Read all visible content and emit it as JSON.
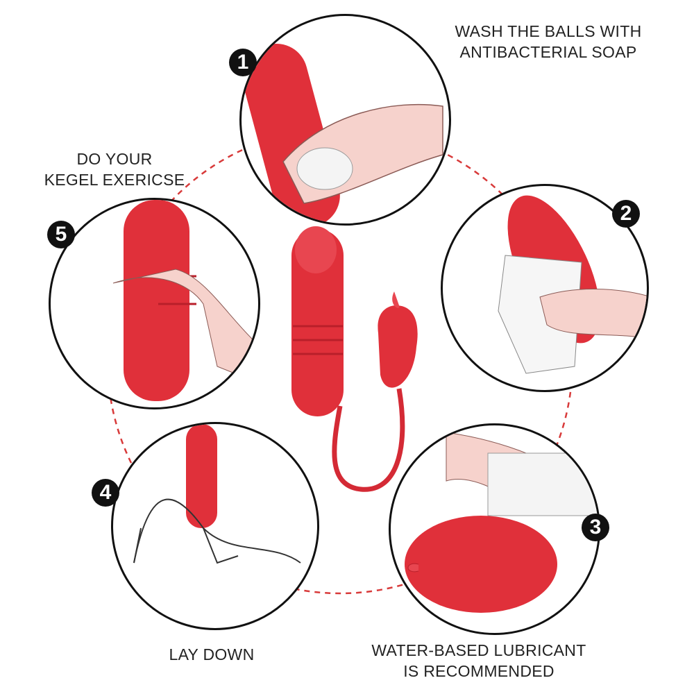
{
  "steps": [
    {
      "number": "1",
      "text_lines": [
        "WASH THE BALLS WITH",
        "ANTIBACTERIAL SOAP"
      ]
    },
    {
      "number": "2",
      "text_lines": []
    },
    {
      "number": "3",
      "text_lines": [
        "WATER-BASED LUBRICANT",
        "IS RECOMMENDED"
      ]
    },
    {
      "number": "4",
      "text_lines": [
        "LAY DOWN"
      ]
    },
    {
      "number": "5",
      "text_lines": [
        "DO YOUR",
        "KEGEL EXERICSE"
      ]
    }
  ],
  "colors": {
    "product": "#e0303a",
    "dashed_ring": "#d83a3a",
    "skin": "#f6d2cc",
    "outline": "#111111"
  }
}
